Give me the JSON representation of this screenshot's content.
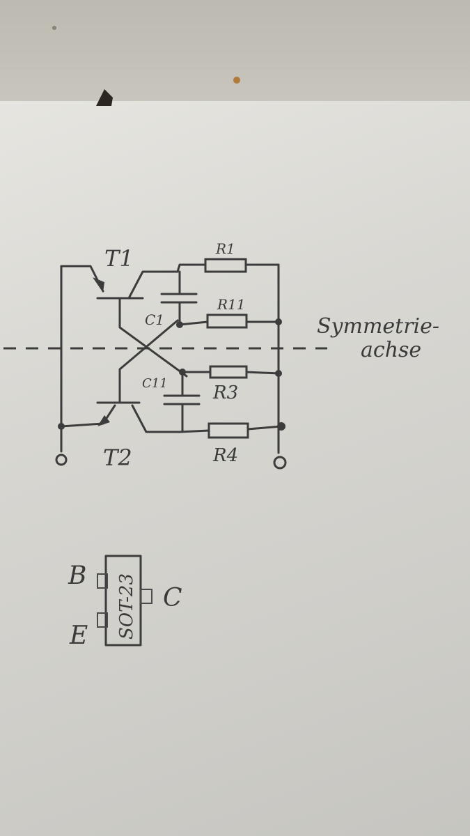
{
  "circuit": {
    "labels": {
      "t1": "T1",
      "t2": "T2",
      "r1": "R1",
      "r2": "R11",
      "r3": "R3",
      "r4": "R4",
      "c1": "C1",
      "c2": "C11"
    },
    "axis_label_line1": "Symmetrie-",
    "axis_label_line2": "achse"
  },
  "package": {
    "name": "SOT-23",
    "pin_b": "B",
    "pin_c": "C",
    "pin_e": "E"
  },
  "colors": {
    "paper": "#dcdbd6",
    "pencil": "#3c3c3c",
    "wall": "#bdbab1"
  }
}
